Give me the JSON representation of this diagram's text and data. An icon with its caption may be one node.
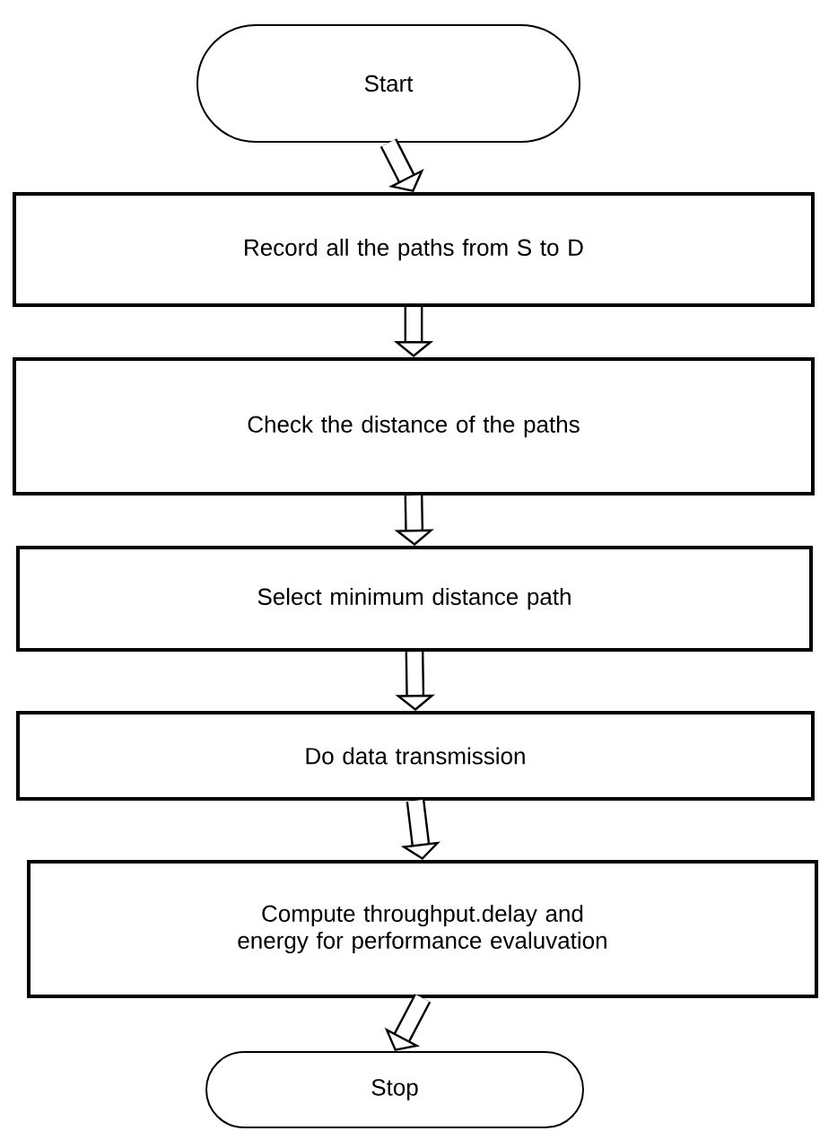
{
  "diagram": {
    "nodes": [
      {
        "text": [
          "Start"
        ]
      },
      {
        "text": [
          "Record all the paths from S to D"
        ]
      },
      {
        "text": [
          "Check the distance of the paths"
        ]
      },
      {
        "text": [
          "Select minimum distance path"
        ]
      },
      {
        "text": [
          "Do data transmission"
        ]
      },
      {
        "text": [
          "Compute throughput.delay and energy for performance evaluvation"
        ]
      },
      {
        "text": [
          "Stop"
        ]
      }
    ],
    "edges": [
      {
        "from": 0,
        "to": 1,
        "arrow": "to"
      },
      {
        "from": 1,
        "to": 2,
        "arrow": "to"
      },
      {
        "from": 2,
        "to": 3,
        "arrow": "to"
      },
      {
        "from": 3,
        "to": 4,
        "arrow": "to"
      },
      {
        "from": 4,
        "to": 5,
        "arrow": "to"
      },
      {
        "from": 5,
        "to": 6,
        "arrow": "to"
      }
    ]
  }
}
